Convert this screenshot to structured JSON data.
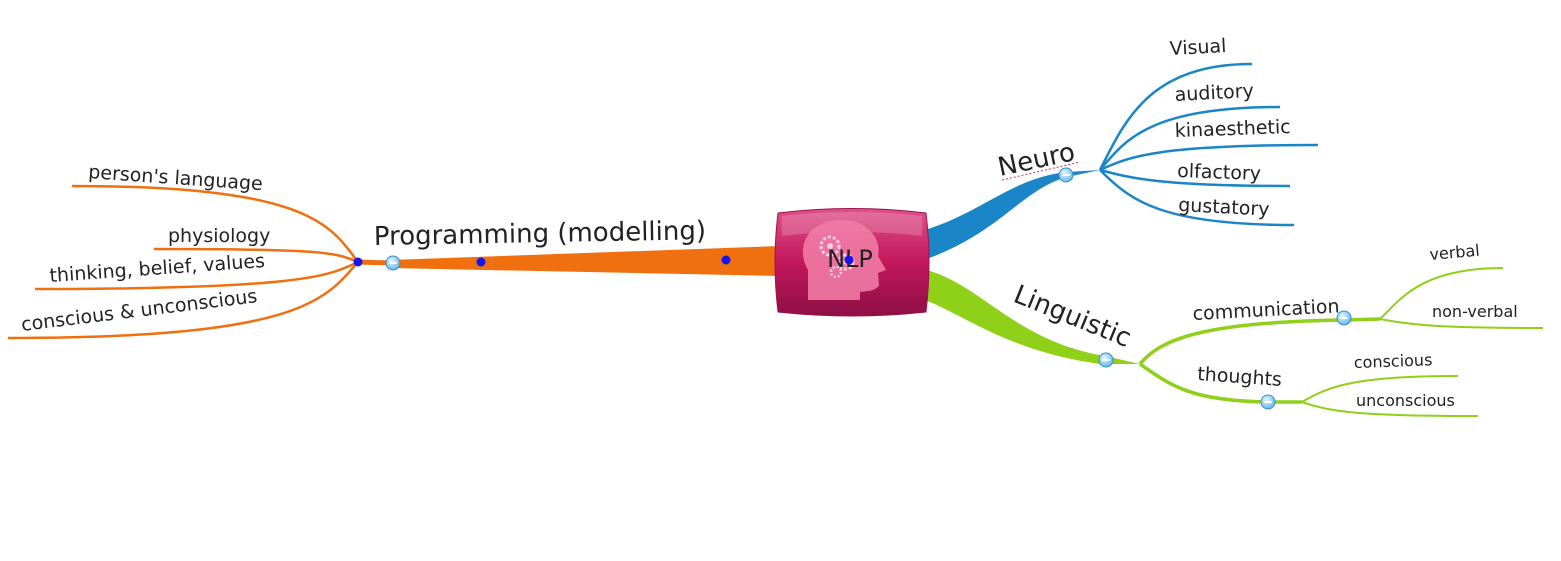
{
  "mindmap": {
    "center": {
      "label": "NLP",
      "color": "#c2185b"
    },
    "branches": [
      {
        "label": "Neuro",
        "color": "#1a86c7",
        "children": [
          {
            "label": "Visual"
          },
          {
            "label": "auditory"
          },
          {
            "label": "kinaesthetic"
          },
          {
            "label": "olfactory"
          },
          {
            "label": "gustatory"
          }
        ]
      },
      {
        "label": "Linguistic",
        "color": "#8fd018",
        "children": [
          {
            "label": "communication",
            "children": [
              {
                "label": "verbal"
              },
              {
                "label": "non-verbal"
              }
            ]
          },
          {
            "label": "thoughts",
            "children": [
              {
                "label": "conscious"
              },
              {
                "label": "unconscious"
              }
            ]
          }
        ]
      },
      {
        "label": "Programming (modelling)",
        "color": "#f07010",
        "children": [
          {
            "label": "person's language"
          },
          {
            "label": "physiology"
          },
          {
            "label": "thinking, belief, values"
          },
          {
            "label": "conscious & unconscious"
          }
        ]
      }
    ]
  }
}
